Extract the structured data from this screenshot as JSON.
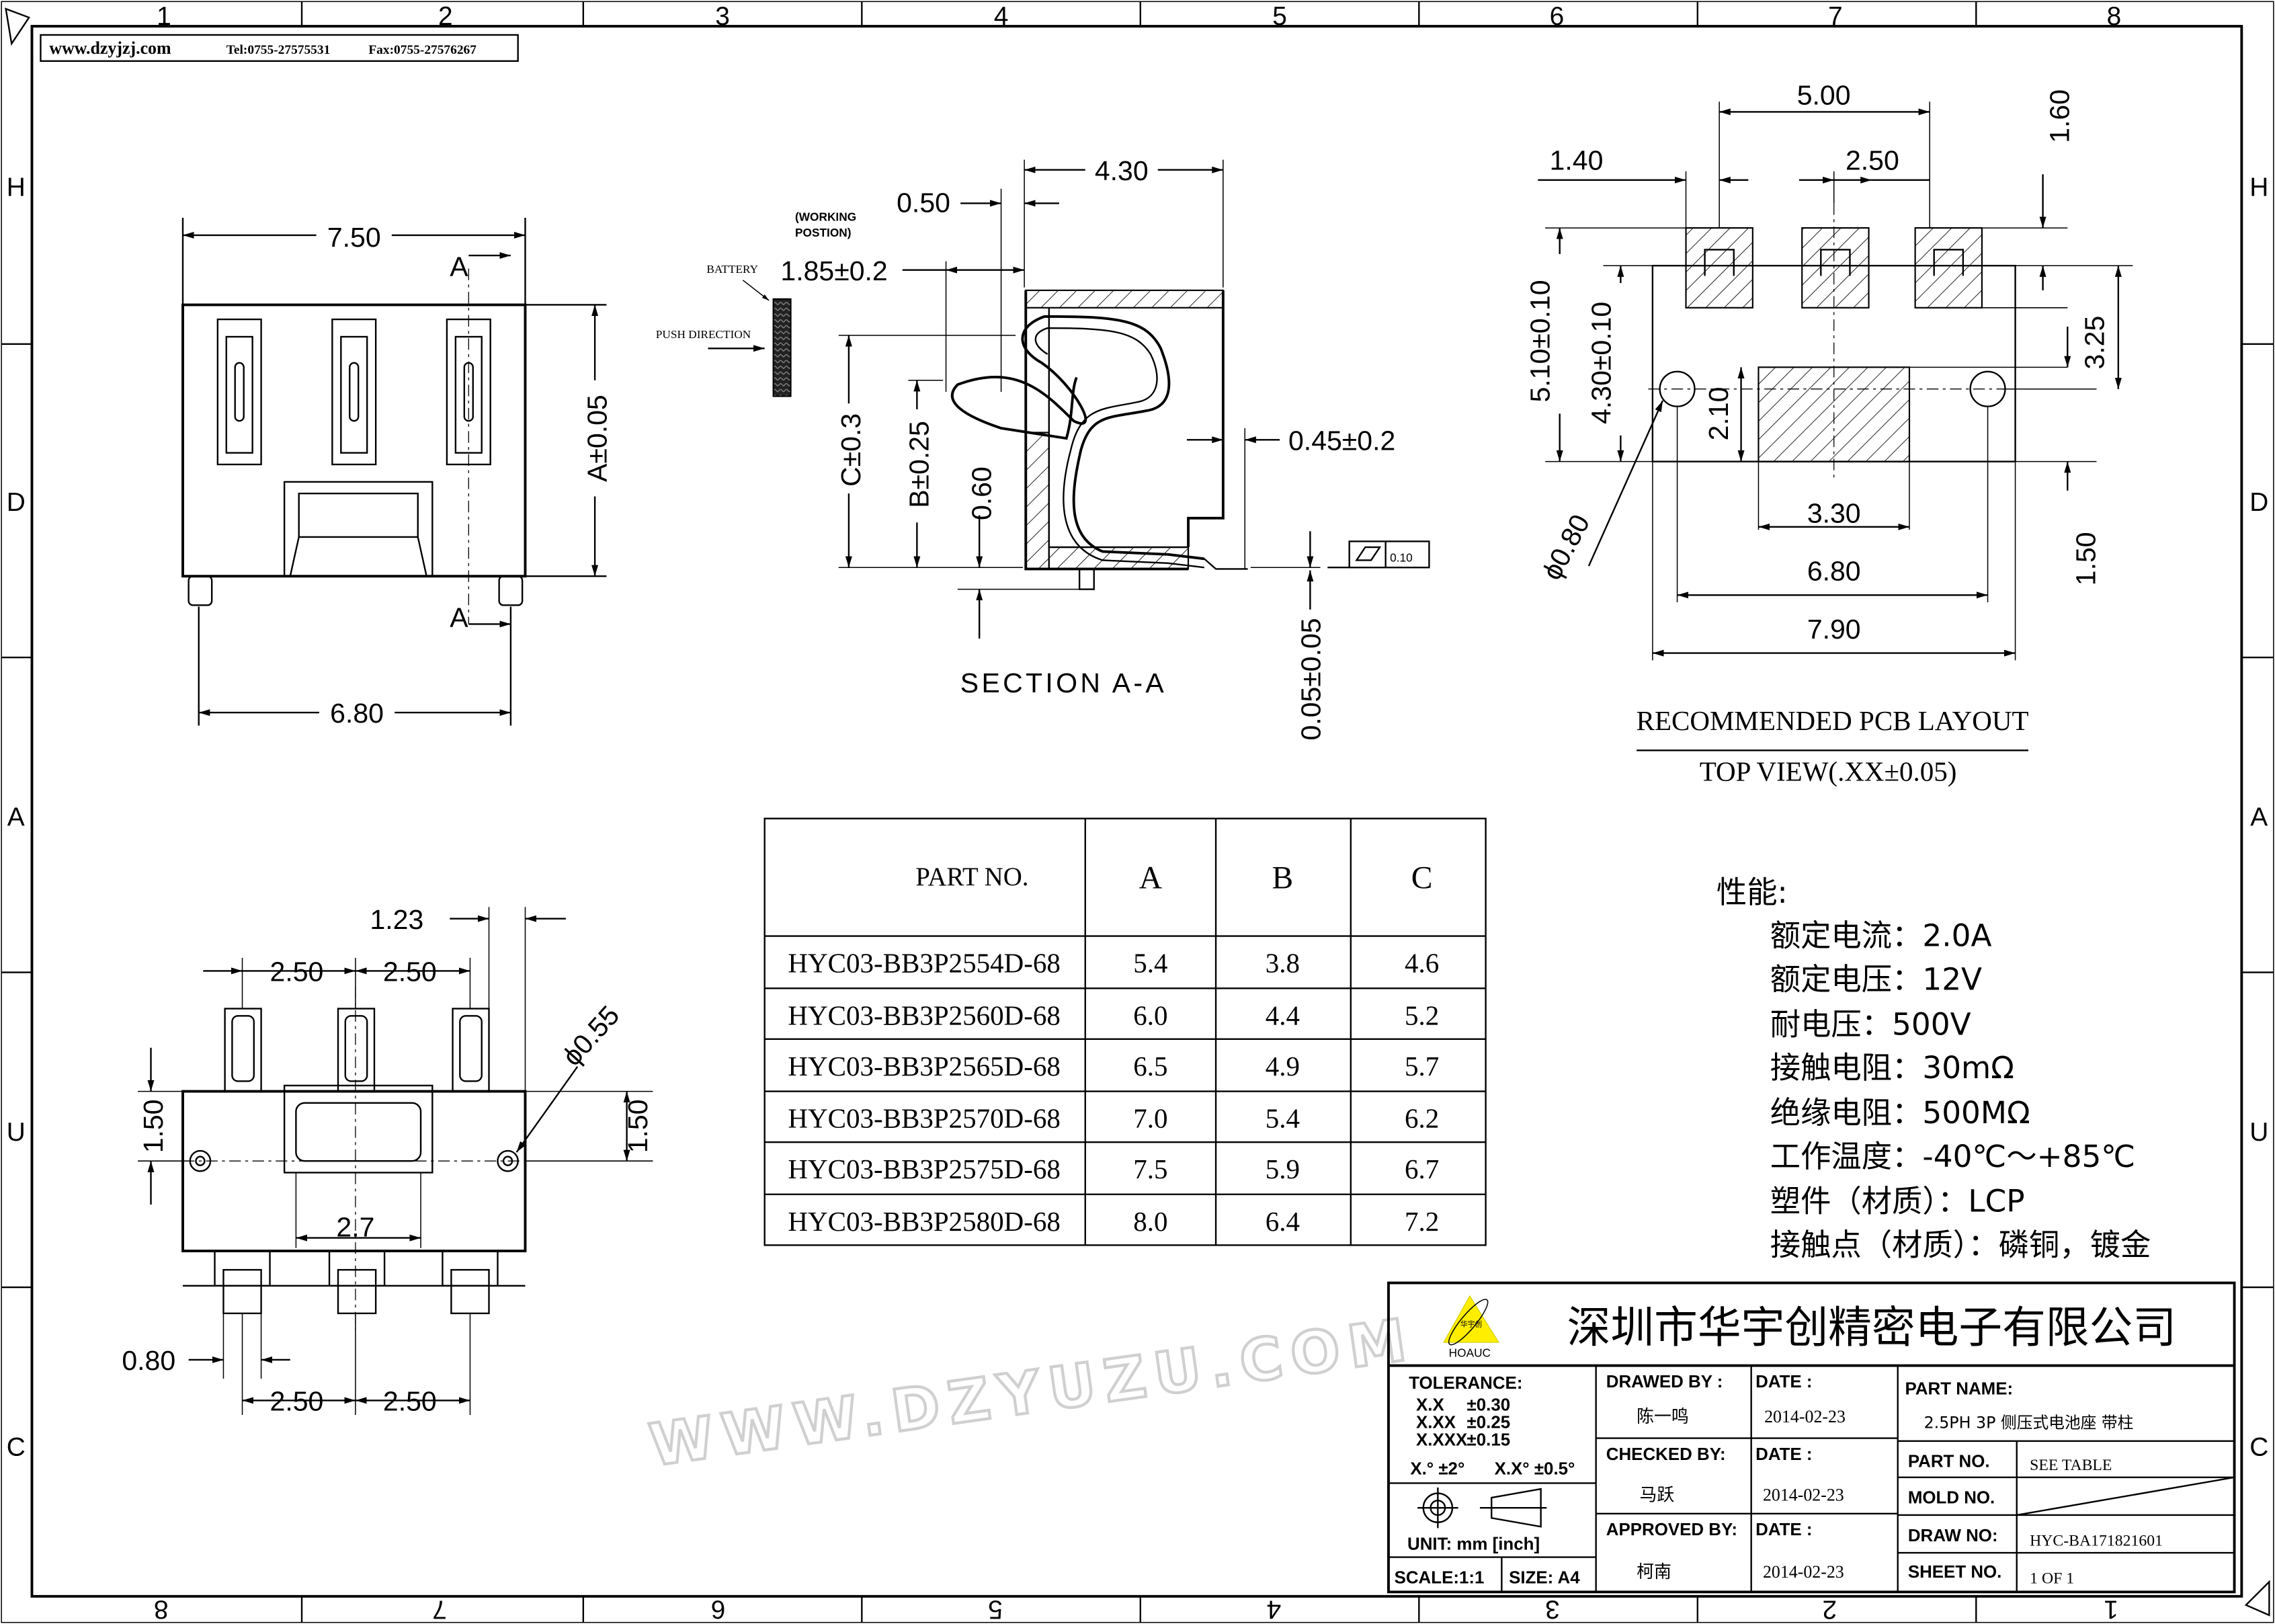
{
  "header_info": {
    "website": "www.dzyjzj.com",
    "tel": "Tel:0755-27575531",
    "fax": "Fax:0755-27576267"
  },
  "grid": {
    "top_cols": [
      "1",
      "2",
      "3",
      "4",
      "5",
      "6",
      "7",
      "8"
    ],
    "bottom_cols": [
      "8",
      "7",
      "6",
      "5",
      "4",
      "3",
      "2",
      "1"
    ],
    "rows": [
      "H",
      "D",
      "A",
      "U",
      "C"
    ]
  },
  "watermark": "WWW.DZYUZU.COM",
  "front_view": {
    "width_dim": "7.50",
    "pitch_dim": "6.80",
    "height_dim": "A±0.05",
    "section_mark": "A"
  },
  "section_view": {
    "title": "SECTION A-A",
    "battery_label": "BATTERY",
    "push_label": "PUSH DIRECTION",
    "working_label_1": "(WORKING",
    "working_label_2": "POSTION)",
    "dims": {
      "d430": "4.30",
      "d050": "0.50",
      "d185": "1.85±0.2",
      "c": "C±0.3",
      "b": "B±0.25",
      "d060": "0.60",
      "d045": "0.45±0.2",
      "d005": "0.05±0.05",
      "flatness": "0.10"
    }
  },
  "pcb_layout": {
    "title": "RECOMMENDED PCB LAYOUT",
    "subtitle": "TOP VIEW(.XX±0.05)",
    "dims": {
      "d500": "5.00",
      "d140": "1.40",
      "d250": "2.50",
      "d160": "1.60",
      "d325": "3.25",
      "d510": "5.10±0.10",
      "d430": "4.30±0.10",
      "d210": "2.10",
      "d330": "3.30",
      "d680": "6.80",
      "d790": "7.90",
      "d150": "1.50",
      "hole": "ϕ0.80"
    }
  },
  "bottom_view": {
    "dims": {
      "d123": "1.23",
      "p1": "2.50",
      "p2": "2.50",
      "h_left": "1.50",
      "h_right": "1.50",
      "hole": "ϕ0.55",
      "d27": "2.7",
      "d080": "0.80",
      "p3": "2.50",
      "p4": "2.50"
    }
  },
  "part_table": {
    "headers": [
      "PART NO.",
      "A",
      "B",
      "C"
    ],
    "rows": [
      [
        "HYC03-BB3P2554D-68",
        "5.4",
        "3.8",
        "4.6"
      ],
      [
        "HYC03-BB3P2560D-68",
        "6.0",
        "4.4",
        "5.2"
      ],
      [
        "HYC03-BB3P2565D-68",
        "6.5",
        "4.9",
        "5.7"
      ],
      [
        "HYC03-BB3P2570D-68",
        "7.0",
        "5.4",
        "6.2"
      ],
      [
        "HYC03-BB3P2575D-68",
        "7.5",
        "5.9",
        "6.7"
      ],
      [
        "HYC03-BB3P2580D-68",
        "8.0",
        "6.4",
        "7.2"
      ]
    ]
  },
  "specs": {
    "title": "性能:",
    "items": [
      "额定电流：2.0A",
      "额定电压：12V",
      "耐电压：500V",
      "接触电阻：30mΩ",
      "绝缘电阻：500MΩ",
      "工作温度：-40℃～+85℃",
      "塑件（材质）：LCP",
      "接触点（材质）：磷铜，镀金"
    ]
  },
  "title_block": {
    "company": "深圳市华宇创精密电子有限公司",
    "logo_text": "华宇创",
    "logo_brand": "HOAUC",
    "tolerance_label": "TOLERANCE:",
    "tolerances": [
      [
        "X.X",
        "±0.30"
      ],
      [
        "X.XX",
        "±0.25"
      ],
      [
        "X.XXX",
        "±0.15"
      ]
    ],
    "angle_tol_1": "X.° ±2°",
    "angle_tol_2": "X.X° ±0.5°",
    "unit": "UNIT:  mm  [inch]",
    "scale": "SCALE:1:1",
    "size": "SIZE:  A4",
    "drawed_by_label": "DRAWED BY :",
    "drawed_by": "陈一鸣",
    "checked_by_label": "CHECKED BY:",
    "checked_by": "马跃",
    "approved_by_label": "APPROVED BY:",
    "approved_by": "柯南",
    "date_label": "DATE :",
    "date_drawed": "2014-02-23",
    "date_checked": "2014-02-23",
    "date_approved": "2014-02-23",
    "part_name_label": "PART NAME:",
    "part_name": "2.5PH 3P 侧压式电池座 带柱",
    "part_no_label": "PART NO.",
    "part_no": "SEE TABLE",
    "mold_no_label": "MOLD NO.",
    "draw_no_label": "DRAW NO:",
    "draw_no": "HYC-BA171821601",
    "sheet_no_label": "SHEET NO.",
    "sheet_no": "1 OF 1"
  }
}
